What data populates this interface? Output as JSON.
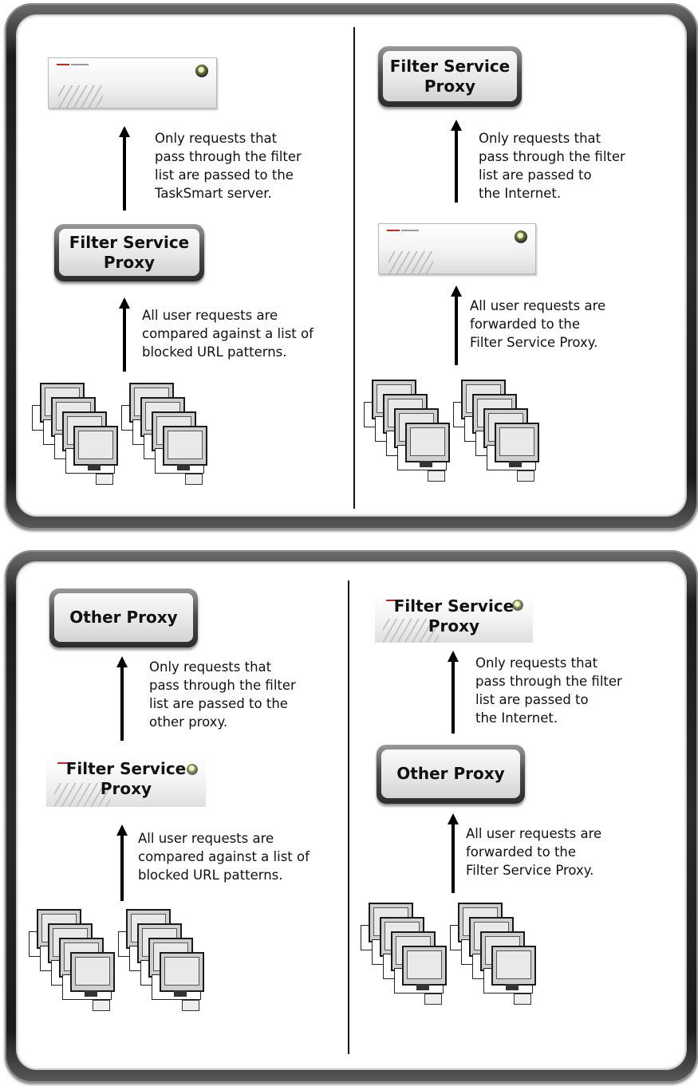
{
  "panels": {
    "top": {
      "left": {
        "upper_device": "taskmart-server",
        "upper_caption": "Only requests that\npass through the filter\nlist are passed to the\nTaskSmart server.",
        "middle_label": "Filter Service\nProxy",
        "lower_caption": "All user requests are\ncompared against a list of\nblocked URL patterns."
      },
      "right": {
        "upper_label": "Filter Service\nProxy",
        "upper_caption": "Only requests that\npass through the filter\nlist are passed to\nthe Internet.",
        "middle_device": "taskmart-server",
        "lower_caption": "All user requests are\nforwarded to the\nFilter Service Proxy."
      }
    },
    "bottom": {
      "left": {
        "upper_label": "Other Proxy",
        "upper_caption": "Only requests that\npass through the filter\nlist are passed to the\nother proxy.",
        "middle_label": "Filter Service\nProxy",
        "lower_caption": "All user requests are\ncompared against a list of\nblocked URL patterns."
      },
      "right": {
        "upper_label": "Filter Service\nProxy",
        "upper_caption": "Only requests that\npass through the filter\nlist are passed to\nthe Internet.",
        "middle_label": "Other Proxy",
        "lower_caption": "All user requests are\nforwarded to the\nFilter Service Proxy."
      }
    }
  },
  "icons": [
    "arrow-up-icon",
    "server-icon",
    "workstation-icon"
  ]
}
